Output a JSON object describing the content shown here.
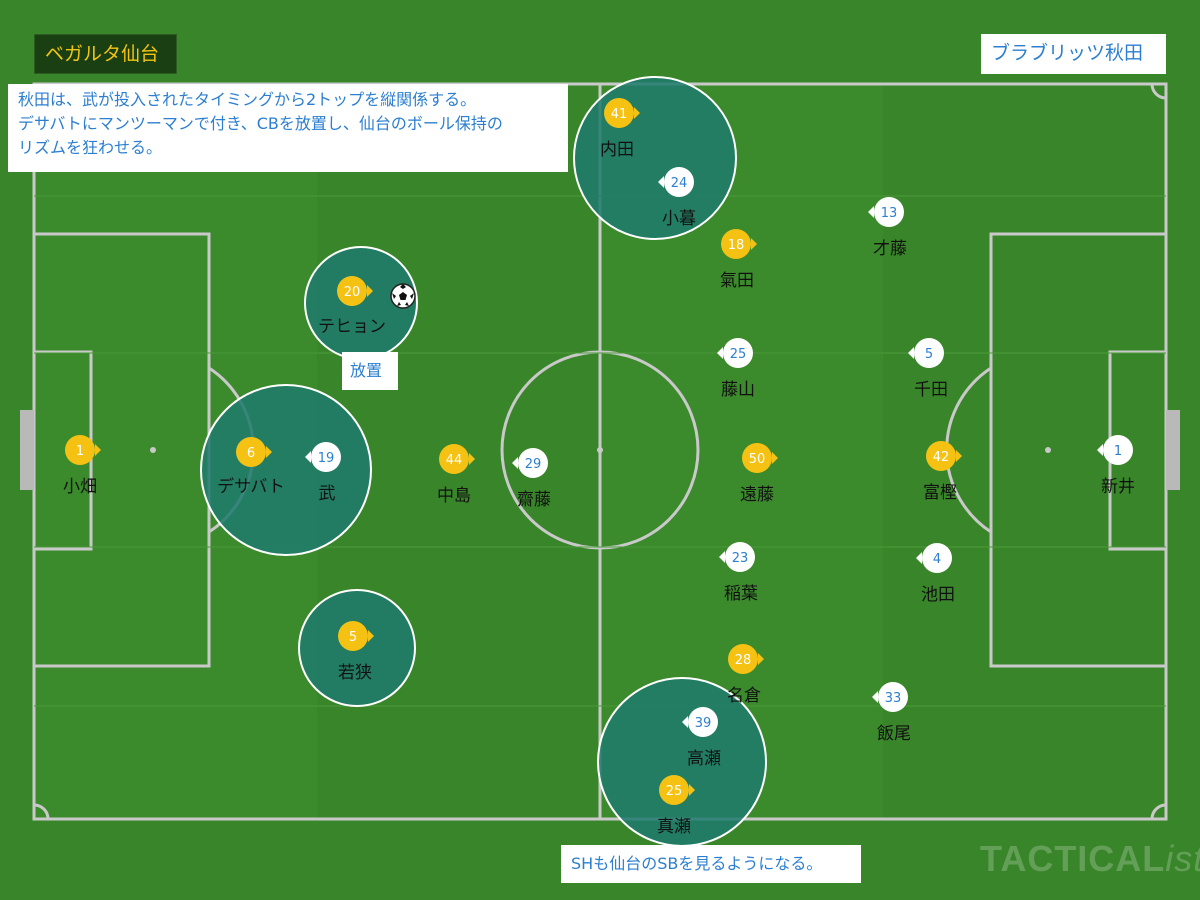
{
  "teams": {
    "home": "ベガルタ仙台",
    "away": "ブラブリッツ秋田"
  },
  "notes": {
    "tactic": "秋田は、武が投入されたタイミングから2トップを縦関係する。\nデサバトにマンツーマンで付き、CBを放置し、仙台のボール保持の\nリズムを狂わせる。",
    "sh": "SHも仙台のSBを見るようになる。",
    "free": "放置"
  },
  "watermark": {
    "main": "TACTICAL",
    "italic": "ista"
  },
  "colors": {
    "pitch": "#39852a",
    "lines": "#c9c9c9",
    "home_marker": "#f5c113",
    "away_marker": "#ffffff",
    "away_number": "#2c7fd0",
    "highlight": "#1e7a6d"
  },
  "home_players": [
    {
      "number": "1",
      "name": "小畑"
    },
    {
      "number": "6",
      "name": "デサバト"
    },
    {
      "number": "20",
      "name": "テヒョン"
    },
    {
      "number": "5",
      "name": "若狭"
    },
    {
      "number": "44",
      "name": "中島"
    },
    {
      "number": "41",
      "name": "内田"
    },
    {
      "number": "18",
      "name": "氣田"
    },
    {
      "number": "50",
      "name": "遠藤"
    },
    {
      "number": "42",
      "name": "富樫"
    },
    {
      "number": "28",
      "name": "名倉"
    },
    {
      "number": "25",
      "name": "真瀬"
    }
  ],
  "away_players": [
    {
      "number": "1",
      "name": "新井"
    },
    {
      "number": "19",
      "name": "武"
    },
    {
      "number": "29",
      "name": "齋藤"
    },
    {
      "number": "24",
      "name": "小暮"
    },
    {
      "number": "13",
      "name": "才藤"
    },
    {
      "number": "25",
      "name": "藤山"
    },
    {
      "number": "5",
      "name": "千田"
    },
    {
      "number": "23",
      "name": "稲葉"
    },
    {
      "number": "4",
      "name": "池田"
    },
    {
      "number": "33",
      "name": "飯尾"
    },
    {
      "number": "39",
      "name": "高瀬"
    }
  ]
}
